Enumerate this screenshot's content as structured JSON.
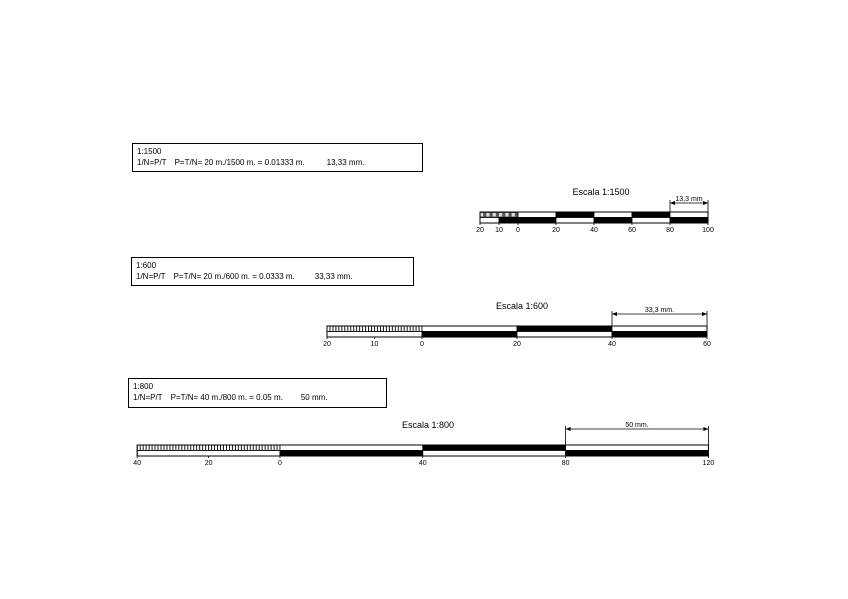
{
  "scales": [
    {
      "id": "s1500",
      "formula": {
        "scale_label": "1:1500",
        "rule": "1/N=P/T",
        "calculation": "P=T/N= 20 m./1500 m. = 0.01333 m.",
        "result": "13,33 mm."
      },
      "title": "Escala 1:1500",
      "dimension_label": "13,3 mm",
      "ticks": [
        "20",
        "10",
        "0",
        "20",
        "40",
        "60",
        "80",
        "100"
      ],
      "back_range_m": 20,
      "main_range_m": 100,
      "main_divisions_m": 20,
      "dimension_m": 20
    },
    {
      "id": "s600",
      "formula": {
        "scale_label": "1:600",
        "rule": "1/N=P/T",
        "calculation": "P=T/N= 20 m./600 m. = 0.0333 m.",
        "result": "33,33 mm."
      },
      "title": "Escala 1:600",
      "dimension_label": "33,3 mm.",
      "ticks": [
        "20",
        "10",
        "0",
        "20",
        "40",
        "60"
      ],
      "back_range_m": 20,
      "main_range_m": 60,
      "main_divisions_m": 20,
      "dimension_m": 20
    },
    {
      "id": "s800",
      "formula": {
        "scale_label": "1:800",
        "rule": "1/N=P/T",
        "calculation": "P=T/N= 40 m./800 m. = 0.05 m.",
        "result": "50 mm."
      },
      "title": "Escala 1:800",
      "dimension_label": "50 mm.",
      "ticks": [
        "40",
        "20",
        "0",
        "40",
        "80",
        "120"
      ],
      "back_range_m": 40,
      "main_range_m": 120,
      "main_divisions_m": 40,
      "dimension_m": 40
    }
  ]
}
